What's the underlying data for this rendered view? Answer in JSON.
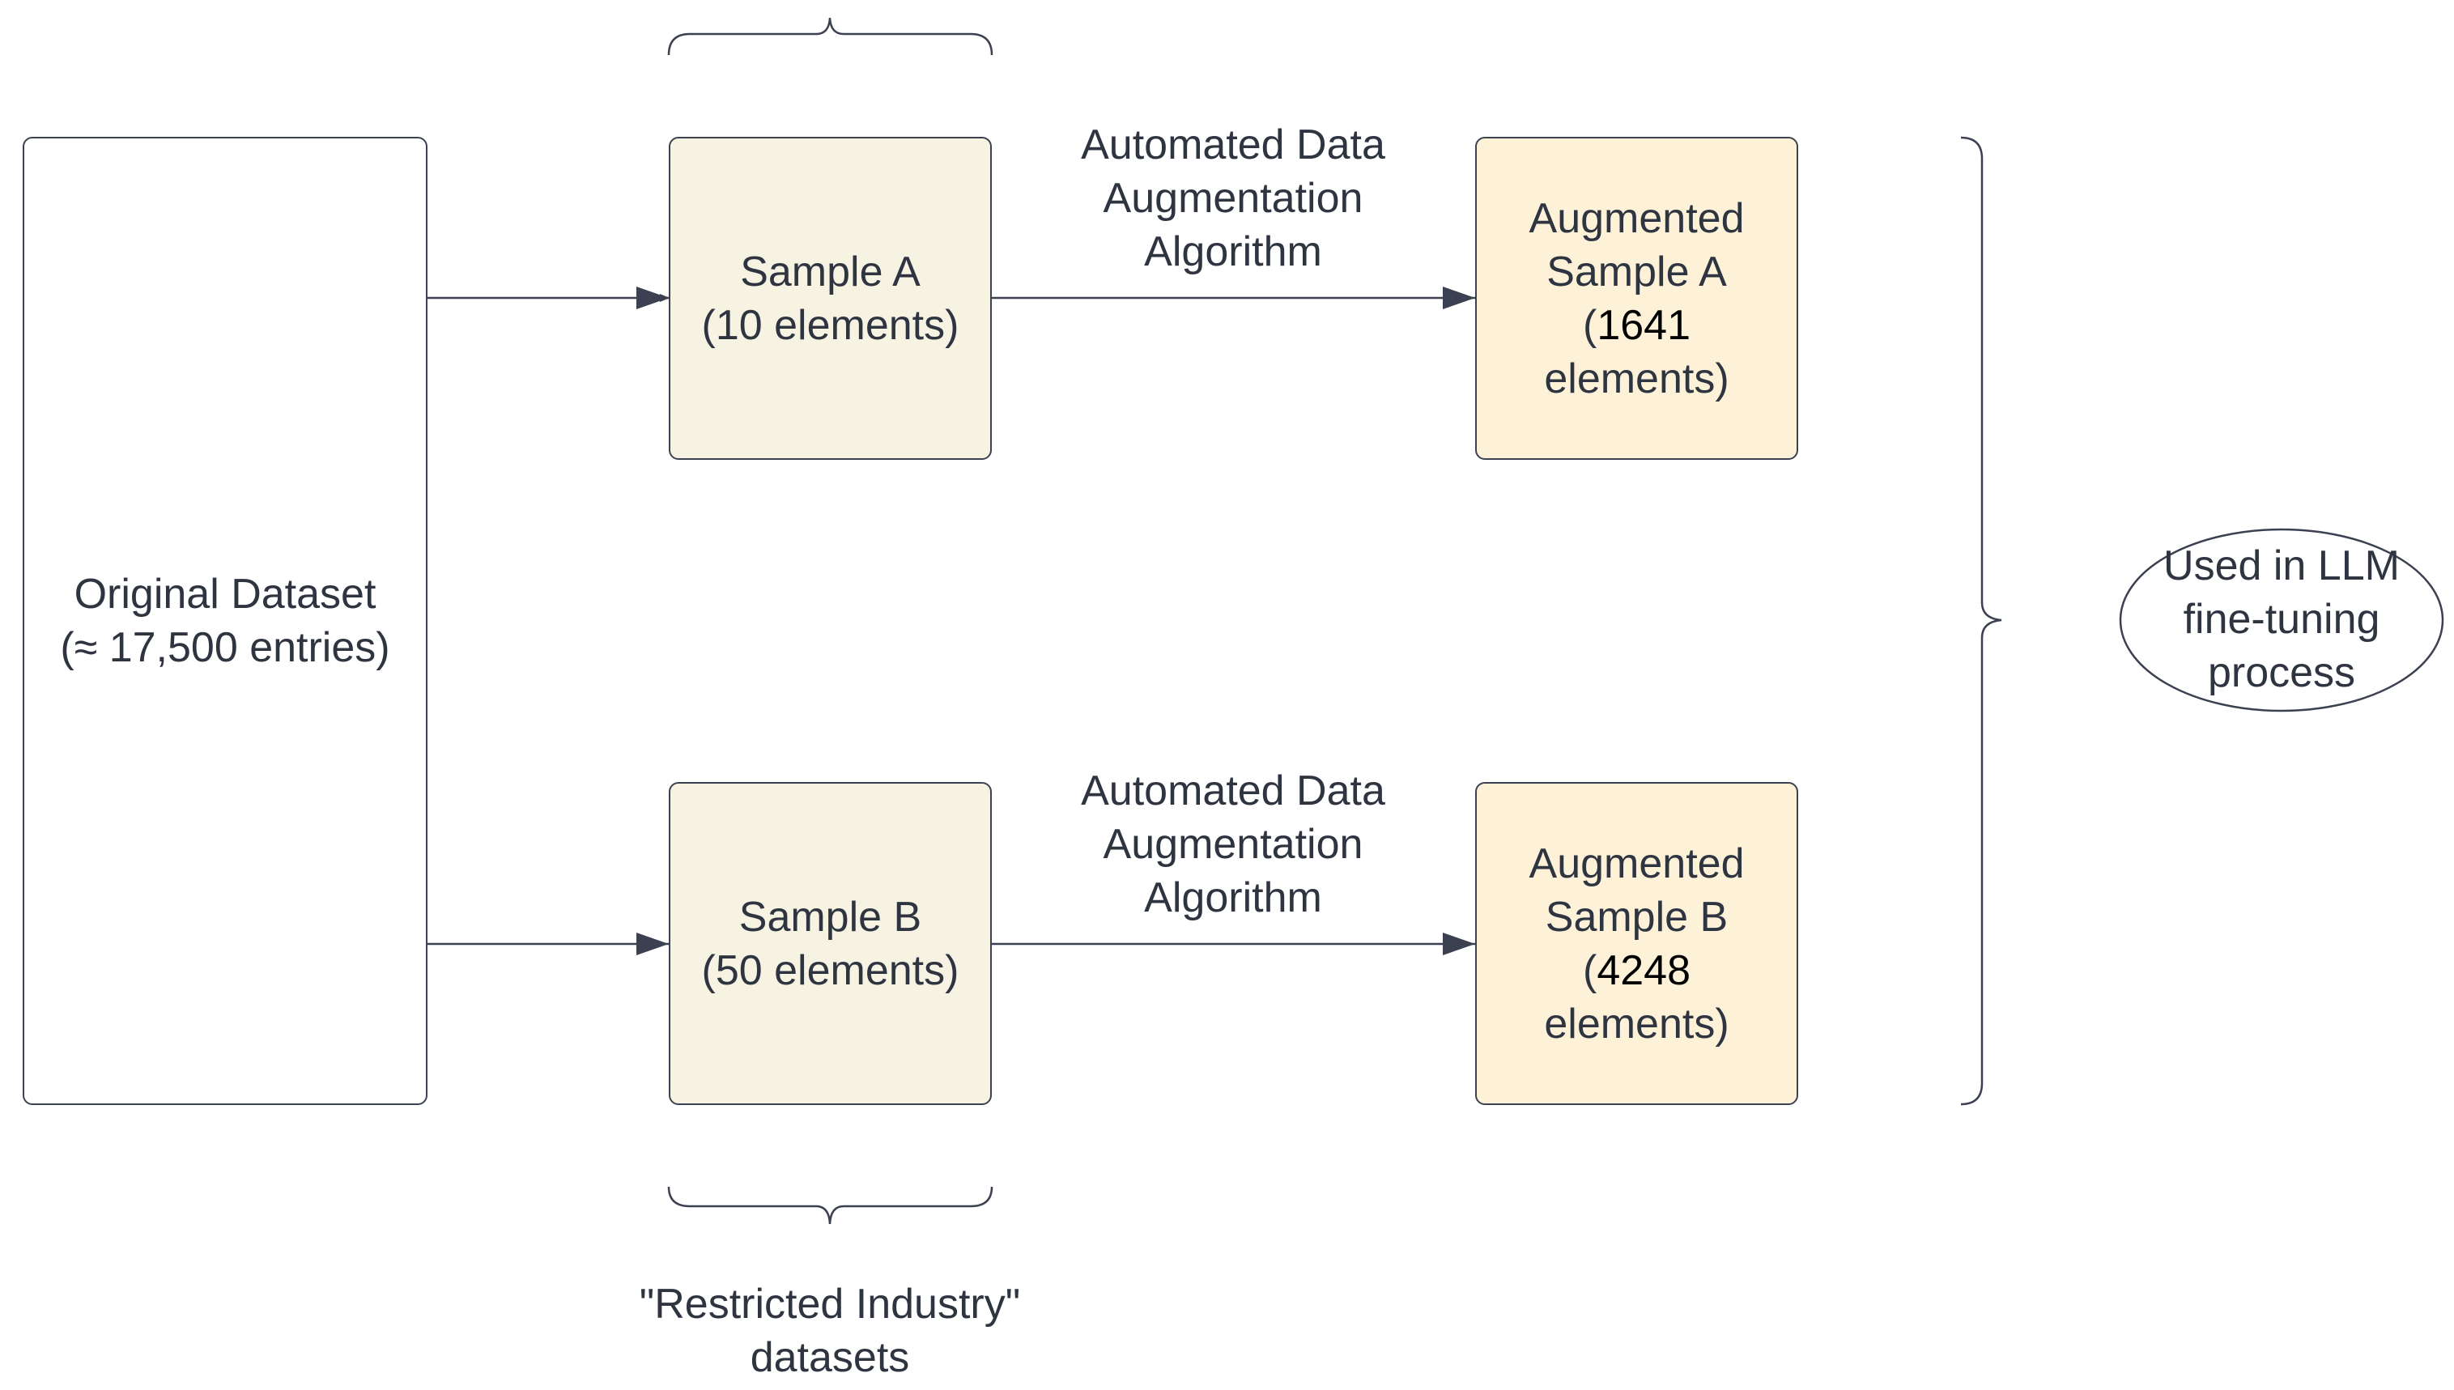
{
  "colors": {
    "stroke": "#3b4150",
    "text": "#2f3441",
    "sample_fill": "#f7f3e3",
    "augmented_fill": "#fdf2d8",
    "original_fill": "#ffffff"
  },
  "original": {
    "line1": "Original Dataset",
    "line2": "(≈ 17,500 entries)"
  },
  "sample_a": {
    "line1": "Sample A",
    "line2": "(10 elements)"
  },
  "sample_b": {
    "line1": "Sample B",
    "line2": "(50 elements)"
  },
  "augmented_a": {
    "line1": "Augmented",
    "line2": "Sample A",
    "line3_open": "(",
    "line3_num": "1641",
    "line4": "elements)"
  },
  "augmented_b": {
    "line1": "Augmented",
    "line2": "Sample B",
    "line3_open": "(",
    "line3_num": "4248",
    "line4": "elements)"
  },
  "algorithm_label_a": {
    "line1": "Automated Data",
    "line2": "Augmentation",
    "line3": "Algorithm"
  },
  "algorithm_label_b": {
    "line1": "Automated Data",
    "line2": "Augmentation",
    "line3": "Algorithm"
  },
  "restricted_label": {
    "line1": "\"Restricted Industry\"",
    "line2": "datasets"
  },
  "usage": {
    "line1": "Used in LLM",
    "line2": "fine-tuning",
    "line3": "process"
  }
}
